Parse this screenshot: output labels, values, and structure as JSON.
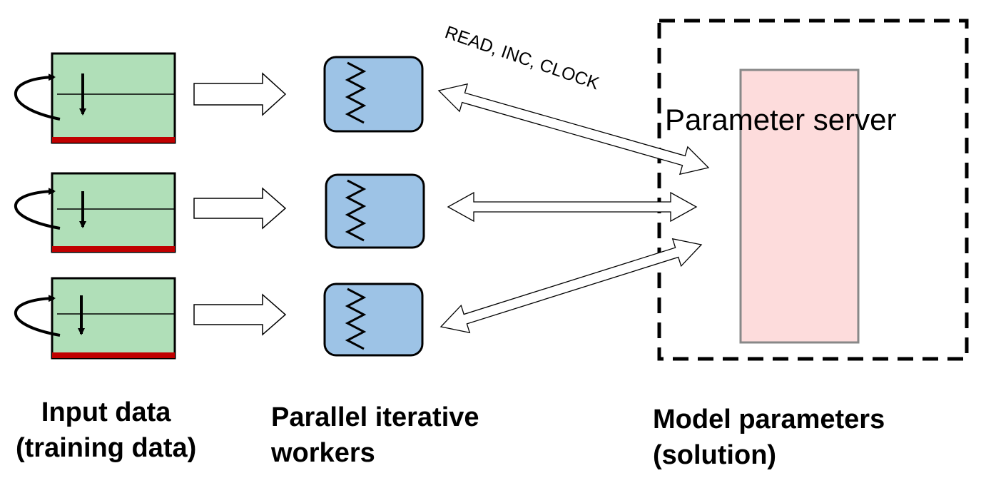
{
  "labels": {
    "protocol": "READ, INC, CLOCK",
    "server": "Parameter server"
  },
  "captions": {
    "input": [
      "Input data",
      "(training data)"
    ],
    "workers": [
      "Parallel iterative",
      "workers"
    ],
    "model": [
      "Model parameters",
      "(solution)"
    ]
  },
  "colors": {
    "data_block": "#b0dfb8",
    "data_bar": "#c00000",
    "worker": "#9dc3e6",
    "server": "#fddcdc",
    "server_border": "#888888"
  },
  "icons": {
    "loop": "loop-arrow-icon",
    "down": "down-arrow-icon",
    "worker": "zigzag-icon"
  }
}
